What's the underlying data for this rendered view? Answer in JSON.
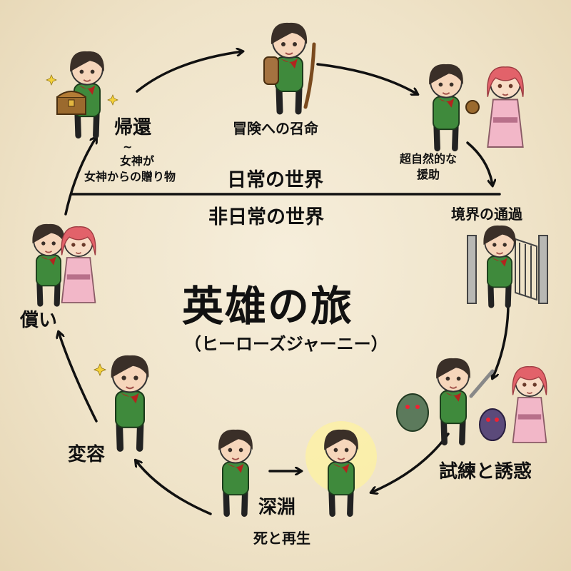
{
  "title": "英雄の旅",
  "subtitle": "（ヒーローズジャーニー）",
  "worlds": {
    "ordinary": "日常の世界",
    "special": "非日常の世界"
  },
  "stages": {
    "call": "冒険への召命",
    "aid": "超自然的な\n援助",
    "threshold": "境界の通過",
    "trials": "試練と誘惑",
    "abyss": "深淵",
    "rebirth": "死と再生",
    "transformation": "変容",
    "atonement": "償い",
    "return": "帰還",
    "gift_tilde": "~",
    "gift_line1": "女神が",
    "gift_line2": "女神からの贈り物"
  },
  "colors": {
    "background": "#efe4cc",
    "ink": "#111111",
    "hero_shirt": "#3f8a3c",
    "hero_hair": "#3a2f28",
    "scarf": "#b3241e",
    "goddess_hair": "#e2626a",
    "goddess_kimono": "#f2b7c8",
    "demon_green": "#5c7a5c",
    "demon_purple": "#5b4a7a"
  },
  "icons": [
    "hero-icon",
    "goddess-icon",
    "treasure-chest-icon",
    "gate-icon",
    "sword-icon",
    "staff-icon",
    "monster-icon",
    "glow-icon",
    "sparkle-icon"
  ]
}
